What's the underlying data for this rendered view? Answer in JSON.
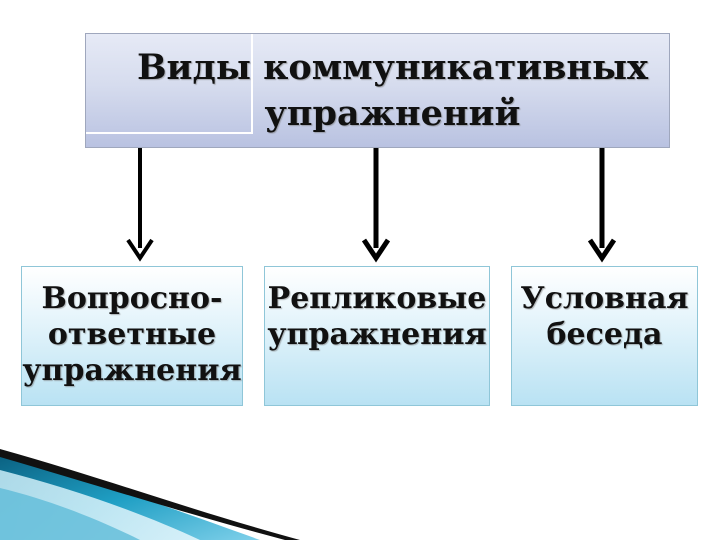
{
  "title": {
    "line1": "Виды коммуникативных",
    "line2": "упражнений"
  },
  "children": [
    {
      "line1": "Вопросно-",
      "line2": "ответные",
      "line3": "упражнения"
    },
    {
      "line1": "Репликовые",
      "line2": "упражнения"
    },
    {
      "line1": "Условная",
      "line2": "беседа"
    }
  ],
  "colors": {
    "title_box": "#d6dcee",
    "child_box": "#e4f4fb",
    "child_border": "#8fc6d8",
    "corner_accent": "#1f8fb4"
  }
}
